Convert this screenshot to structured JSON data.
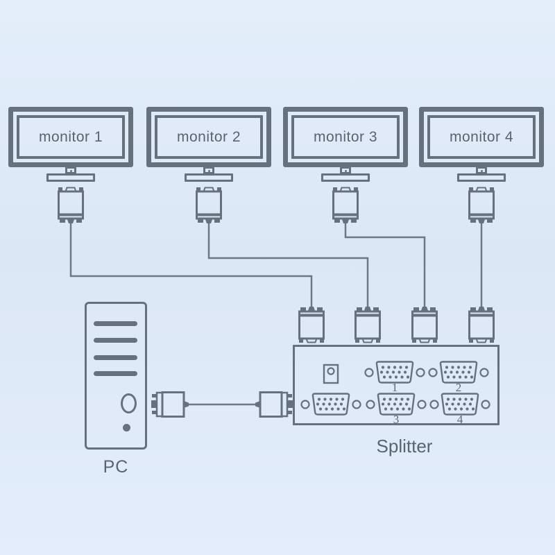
{
  "monitors": [
    {
      "label": "monitor 1"
    },
    {
      "label": "monitor 2"
    },
    {
      "label": "monitor 3"
    },
    {
      "label": "monitor 4"
    }
  ],
  "pc": {
    "label": "PC"
  },
  "splitter": {
    "label": "Splitter",
    "output_ports": [
      {
        "number": "1"
      },
      {
        "number": "2"
      },
      {
        "number": "3"
      },
      {
        "number": "4"
      }
    ]
  },
  "colors": {
    "background": "#dfeaf9",
    "line": "#67717d",
    "text": "#5a646e"
  }
}
